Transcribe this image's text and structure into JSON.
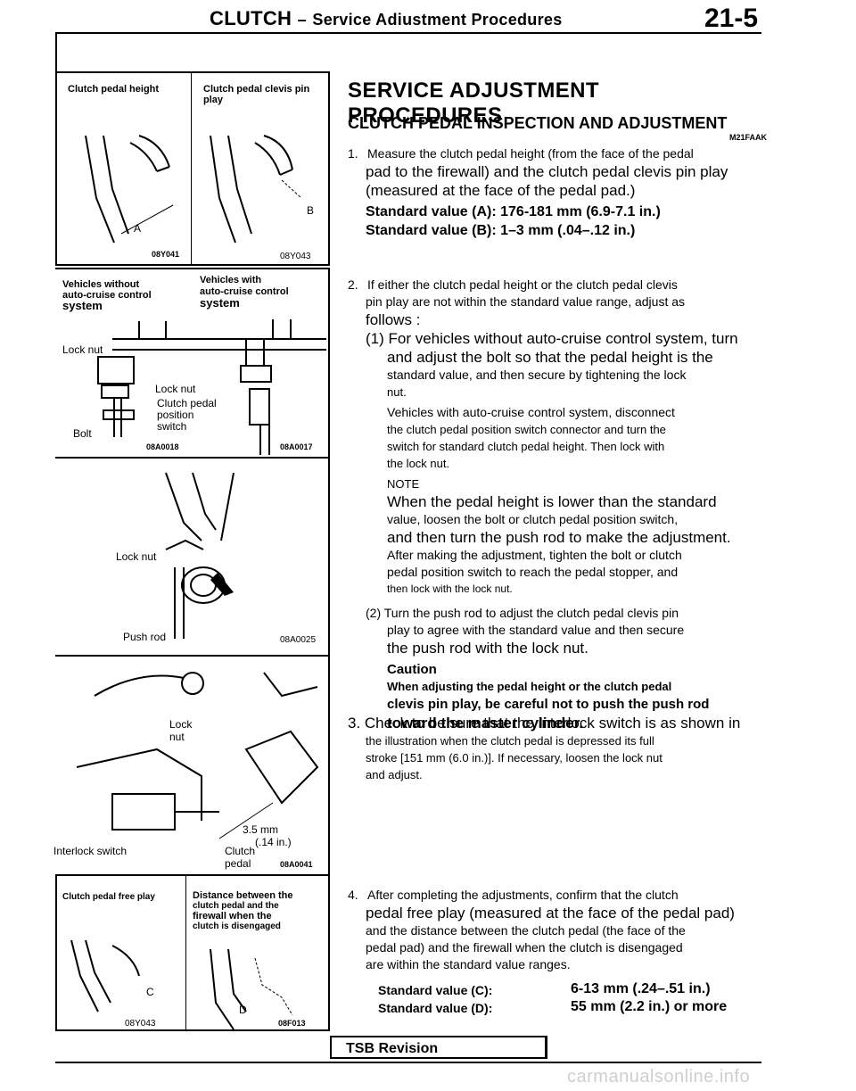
{
  "header": {
    "chapter": "CLUTCH",
    "dash": "–",
    "subtitle": "Service Adiustment Procedures",
    "page": "21-5"
  },
  "figures": {
    "fig1": {
      "caption_left": "Clutch pedal height",
      "caption_right": "Clutch pedal clevis pin play",
      "label_a": "A",
      "label_b": "B",
      "code_left": "08Y041",
      "code_right": "08Y043"
    },
    "fig2": {
      "caption_left_1": "Vehicles without",
      "caption_left_2": "auto-cruise control",
      "caption_left_3": "system",
      "caption_right_1": "Vehicles with",
      "caption_right_2": "auto-cruise control",
      "caption_right_3": "system",
      "lock_nut_left": "Lock nut",
      "bolt": "Bolt",
      "lock_nut_right": "Lock nut",
      "switch_1": "Clutch pedal",
      "switch_2": "position",
      "switch_3": "switch",
      "code_left": "08A0018",
      "code_right": "08A0017"
    },
    "fig3": {
      "lock_nut": "Lock nut",
      "push_rod": "Push rod",
      "code": "08A0025"
    },
    "fig4": {
      "lock": "Lock",
      "nut": "nut",
      "dim_mm": "3.5 mm",
      "dim_in": "(.14 in.)",
      "interlock": "Interlock switch",
      "clutch": "Clutch",
      "pedal": "pedal",
      "code": "08A0041"
    },
    "fig5": {
      "caption_left": "Clutch pedal free play",
      "caption_right_1": "Distance between the",
      "caption_right_2": "clutch pedal and the",
      "caption_right_3": "firewall when the",
      "caption_right_4": "clutch is disengaged",
      "label_c": "C",
      "label_d": "D",
      "code_left": "08Y043",
      "code_right": "08F013"
    }
  },
  "content": {
    "section_title": "SERVICE ADJUSTMENT PROCEDURES",
    "subsection_title": "CLUTCH PEDAL INSPECTION AND ADJUSTMENT",
    "subsection_code": "M21FAAK",
    "step1_num": "1.",
    "step1_l1": "Measure the clutch pedal height (from the face of the pedal",
    "step1_l2": "pad to the firewall) and the clutch pedal clevis pin play",
    "step1_l3": "(measured at the face of the pedal pad.)",
    "step1_std_a": "Standard value (A): 176-181 mm (6.9-7.1 in.)",
    "step1_std_b": "Standard value (B): 1–3 mm (.04–.12 in.)",
    "step2_num": "2.",
    "step2_l1": "If either the clutch pedal height or the clutch pedal clevis",
    "step2_l2": "pin play are not within the standard value range, adjust as",
    "step2_l3": "follows :",
    "step2_sub1_l1": "(1) For vehicles without auto-cruise control system, turn",
    "step2_sub1_l2": "and adjust the bolt so that the pedal height is the",
    "step2_sub1_l3": "standard value, and then secure by tightening the lock",
    "step2_sub1_l4": "nut.",
    "step2_sub1_l5": "Vehicles with auto-cruise control system, disconnect",
    "step2_sub1_l6": "the clutch pedal position switch connector and turn the",
    "step2_sub1_l7": "switch for standard clutch pedal height. Then lock with",
    "step2_sub1_l8": "the lock nut.",
    "note_label": "NOTE",
    "note_l1": "When the pedal height is lower than the standard",
    "note_l2": "value, loosen the bolt or clutch pedal position switch,",
    "note_l3": "and then turn the push rod to make the adjustment.",
    "note_l4": "After making the adjustment, tighten the bolt or clutch",
    "note_l5": "pedal position switch to reach the pedal stopper, and",
    "note_l6": "then lock with the lock nut.",
    "step2_sub2_l1": "(2) Turn the push rod to adjust the clutch pedal clevis pin",
    "step2_sub2_l2": "play to agree with the standard value and then secure",
    "step2_sub2_l3": "the push rod with the lock nut.",
    "caution_label": "Caution",
    "caution_l1": "When adjusting the pedal height or the clutch pedal",
    "caution_l2": "clevis pin play, be careful not to push the push rod",
    "caution_l3": "toward the master cylinder.",
    "step3_l1": "3. Check to be sure that the interlock switch is as shown in",
    "step3_l2": "the illustration when the clutch pedal is depressed its full",
    "step3_l3": "stroke [151 mm (6.0 in.)]. If necessary, loosen the lock nut",
    "step3_l4": "and adjust.",
    "step4_num": "4.",
    "step4_l1": "After completing the adjustments, confirm that the clutch",
    "step4_l2": "pedal free play (measured at the face of the pedal pad)",
    "step4_l3": "and the distance between the clutch pedal (the face of the",
    "step4_l4": "pedal pad) and the firewall when the clutch is disengaged",
    "step4_l5": "are within the standard value ranges.",
    "std_c_label": "Standard value (C):",
    "std_c_value": "6-13 mm (.24–.51 in.)",
    "std_d_label": "Standard value (D):",
    "std_d_value": "55 mm (2.2 in.) or more"
  },
  "footer": {
    "tsb": "TSB Revision",
    "watermark": "carmanualsonline.info"
  }
}
